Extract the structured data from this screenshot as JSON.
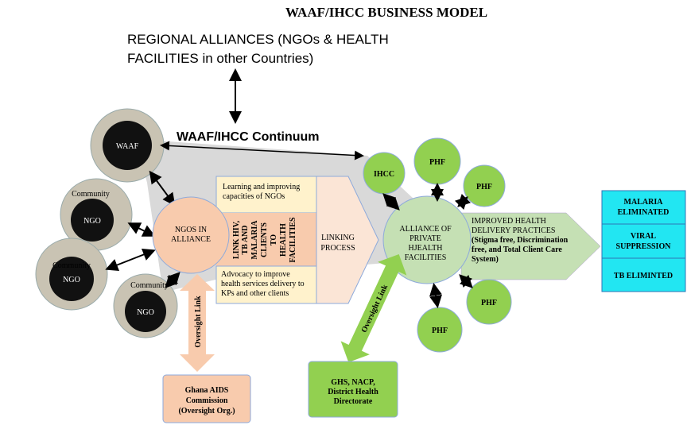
{
  "title": "WAAF/IHCC BUSINESS MODEL",
  "regional": {
    "line1": "REGIONAL  ALLIANCES (NGOs & HEALTH",
    "line2": "FACILITIES in other Countries)"
  },
  "continuum": "WAAF/IHCC Continuum",
  "waaf": "WAAF",
  "community_ngos": [
    {
      "label": "Community",
      "name": "NGO"
    },
    {
      "label": "Community",
      "name": "NGO"
    },
    {
      "label": "Community",
      "name": "NGO"
    }
  ],
  "ngos_alliance": {
    "line1": "NGOS IN",
    "line2": "ALLIANCE"
  },
  "learning": {
    "line1": "Learning and improving",
    "line2": "capacities of NGOs"
  },
  "link": [
    "LINK HIV,",
    "TB AND",
    "MALARIA",
    "CLIENTS",
    "TO",
    "HEALTH",
    "FACILITIES"
  ],
  "advocacy": {
    "line1": "Advocacy to improve",
    "line2": "health services delivery to",
    "line3": "KPs and other clients"
  },
  "linking": {
    "line1": "LINKING",
    "line2": "PROCESS"
  },
  "private": {
    "line1": "ALLIANCE OF",
    "line2": "PRIVATE",
    "line3": "HJEALTH",
    "line4": "FACILITIES"
  },
  "ihcc": "IHCC",
  "phf": [
    "PHF",
    "PHF",
    "PHF",
    "PHF"
  ],
  "improved": {
    "line1": "IMPROVED HEALTH",
    "line2": "DELIVERY PRACTICES",
    "line3": "(Stigma free, Discrimination",
    "line4": "free, and  Total Client Care",
    "line5": "System)"
  },
  "outcomes": [
    {
      "line1": "MALARIA",
      "line2": "ELIMINATED"
    },
    {
      "line1": "VIRAL",
      "line2": "SUPPRESSION"
    },
    {
      "line1": "TB ELIMINTED",
      "line2": ""
    }
  ],
  "oversight": [
    "Oversight Link",
    "Oversight Link"
  ],
  "ghana": {
    "line1": "Ghana AIDS",
    "line2": "Commission",
    "line3": "(Oversight Org.)"
  },
  "ghs": {
    "line1": "GHS, NACP,",
    "line2": "District Health",
    "line3": "Directorate"
  },
  "colors": {
    "peach": "#f8cbad",
    "green": "#92d050",
    "pale_green": "#c5e0b4",
    "cyan": "#22e6f2",
    "cream": "#fff2cc"
  }
}
